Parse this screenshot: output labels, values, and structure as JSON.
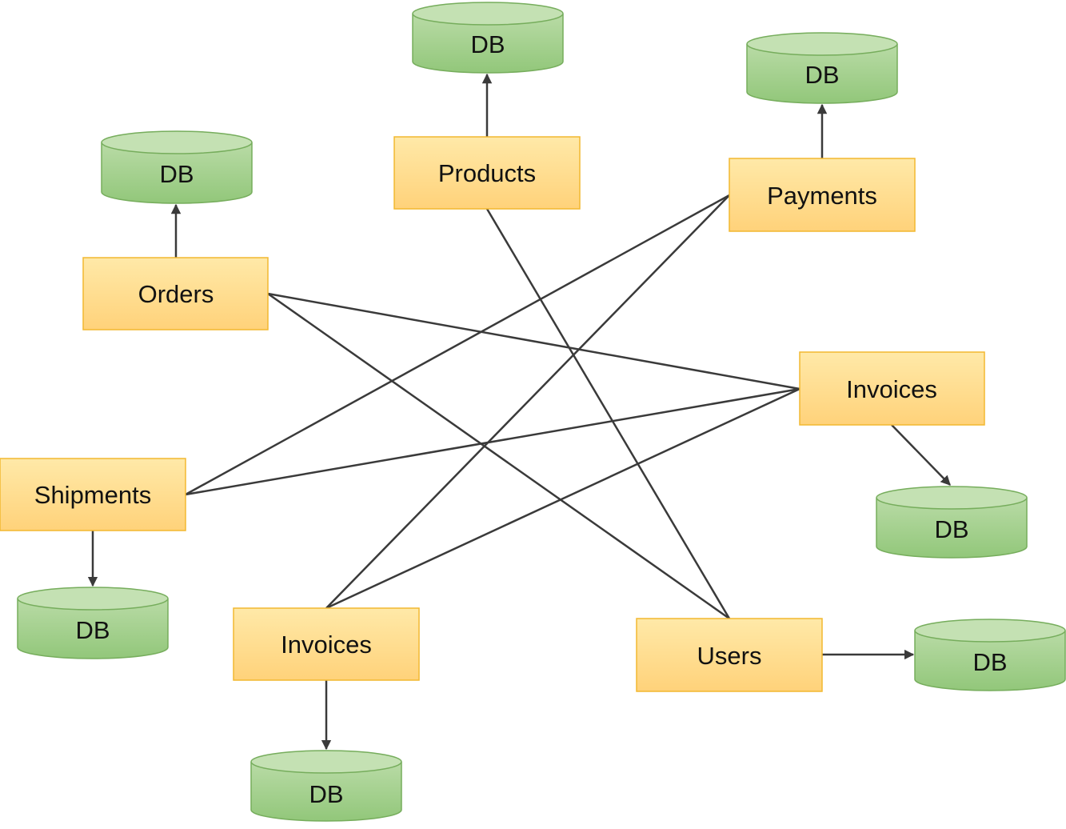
{
  "colors": {
    "service_fill_top": "#ffe9a8",
    "service_fill_bottom": "#ffd27a",
    "service_stroke": "#f2b830",
    "db_fill_top": "#b9dba6",
    "db_fill_bottom": "#92c77a",
    "db_stroke": "#76ad5c",
    "connector": "#3a3a3a"
  },
  "services": [
    {
      "id": "products",
      "label": "Products"
    },
    {
      "id": "payments",
      "label": "Payments"
    },
    {
      "id": "orders",
      "label": "Orders"
    },
    {
      "id": "invoices-right",
      "label": "Invoices"
    },
    {
      "id": "shipments",
      "label": "Shipments"
    },
    {
      "id": "invoices-bottom",
      "label": "Invoices"
    },
    {
      "id": "users",
      "label": "Users"
    }
  ],
  "databases": [
    {
      "id": "db-products",
      "label": "DB"
    },
    {
      "id": "db-payments",
      "label": "DB"
    },
    {
      "id": "db-orders",
      "label": "DB"
    },
    {
      "id": "db-invoices-right",
      "label": "DB"
    },
    {
      "id": "db-shipments",
      "label": "DB"
    },
    {
      "id": "db-users",
      "label": "DB"
    },
    {
      "id": "db-invoices-bottom",
      "label": "DB"
    }
  ]
}
